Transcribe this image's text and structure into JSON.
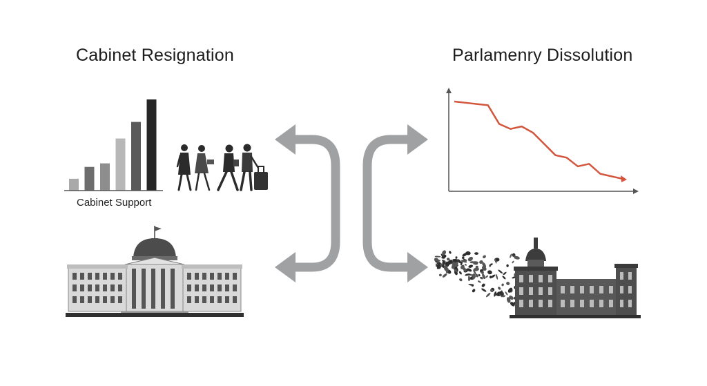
{
  "left": {
    "title": "Cabinet Resignation",
    "support_label": "Cabinet Support",
    "bar_values": [
      1,
      2,
      2.3,
      4.4,
      5.8,
      7.7
    ],
    "bar_colors": [
      "#a9a9a9",
      "#6d6d6d",
      "#8d8d8d",
      "#b7b7b7",
      "#5a5a5a",
      "#262626"
    ]
  },
  "right": {
    "title": "Parlamenry Dissolution",
    "line_values": [
      100,
      99,
      98,
      97,
      82,
      78,
      80,
      75,
      66,
      57,
      55,
      48,
      50,
      42,
      40,
      38
    ],
    "line_color": "#d2553c"
  },
  "arrows": {
    "color": "#9fa1a3"
  },
  "icons": {
    "walking_people": "people-walking-icon",
    "government_building": "capitol-building-icon",
    "crumbling_building": "crumbling-parliament-icon"
  }
}
